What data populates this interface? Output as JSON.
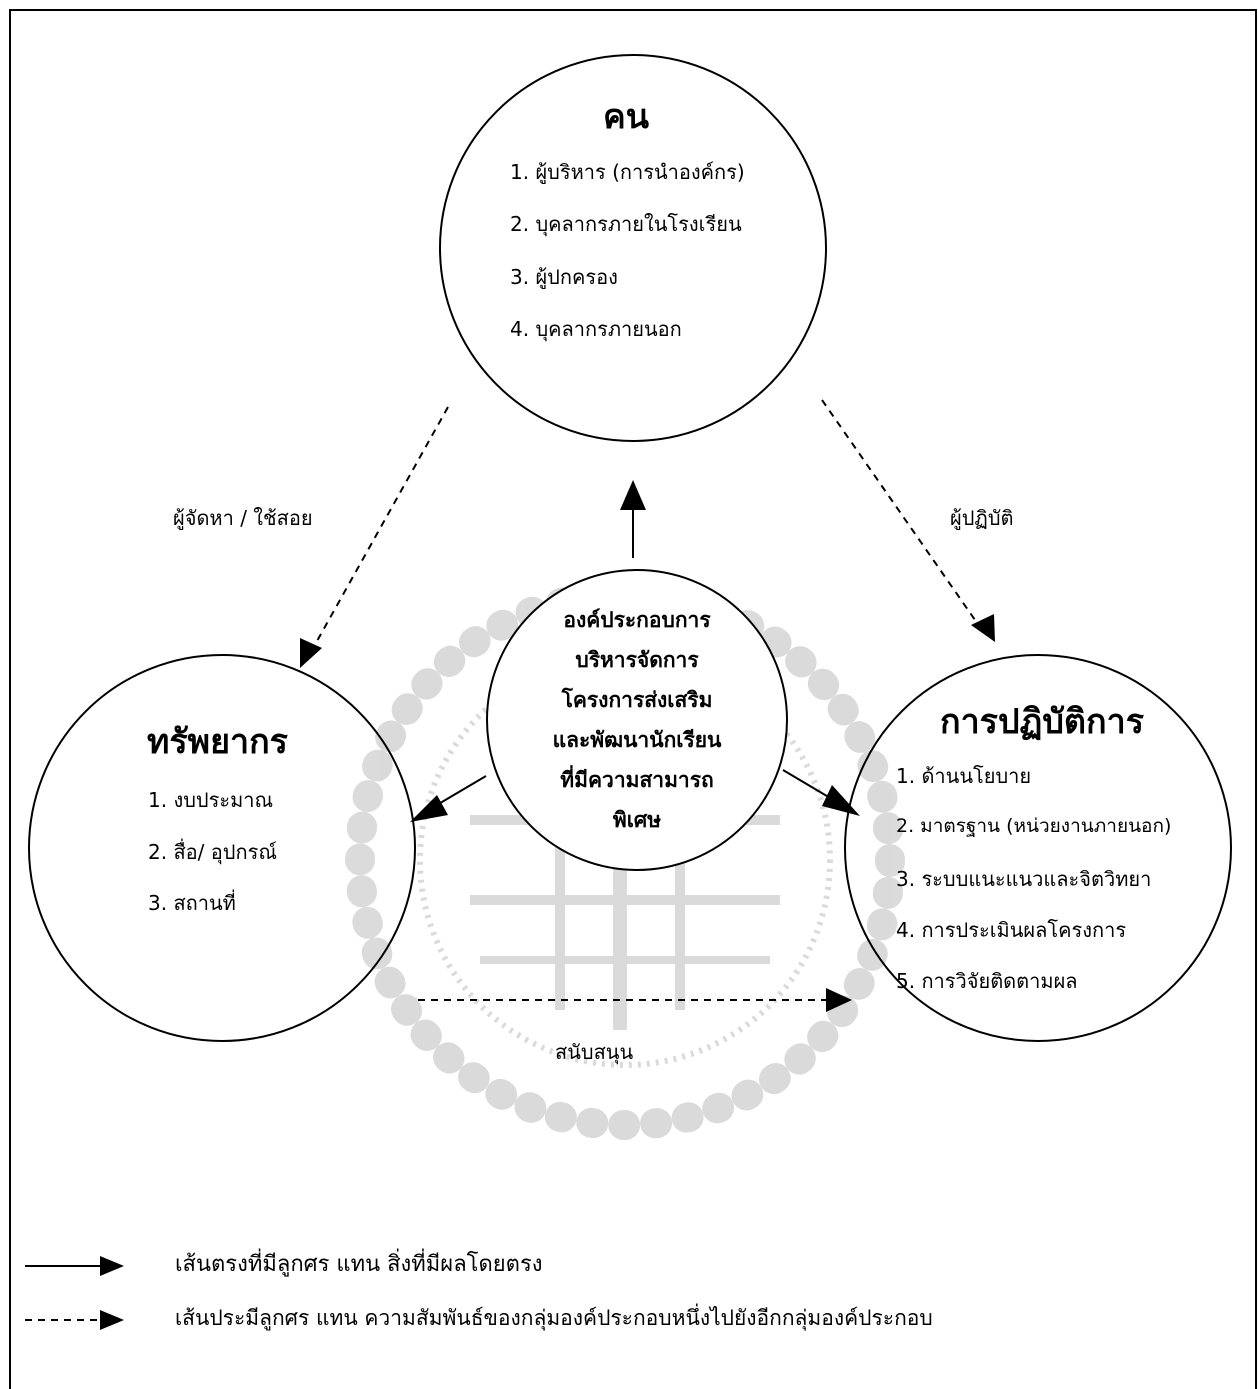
{
  "nodes": {
    "people": {
      "title": "คน",
      "items": [
        "1. ผู้บริหาร (การนำองค์กร)",
        "2. บุคลากรภายในโรงเรียน",
        "3. ผู้ปกครอง",
        "4. บุคลากรภายนอก"
      ]
    },
    "resources": {
      "title": "ทรัพยากร",
      "items": [
        "1. งบประมาณ",
        "2. สื่อ/ อุปกรณ์",
        "3. สถานที่"
      ]
    },
    "operations": {
      "title": "การปฏิบัติการ",
      "items": [
        "1. ด้านนโยบาย",
        "2. มาตรฐาน (หน่วยงานภายนอก)",
        "3. ระบบแนะแนวและจิตวิทยา",
        "4. การประเมินผลโครงการ",
        "5. การวิจัยติดตามผล"
      ]
    },
    "center": {
      "lines": [
        "องค์ประกอบการ",
        "บริหารจัดการ",
        "โครงการส่งเสริม",
        "และพัฒนานักเรียน",
        "ที่มีความสามารถ",
        "พิเศษ"
      ]
    }
  },
  "edge_labels": {
    "people_to_resources": "ผู้จัดหา / ใช้สอย",
    "people_to_operations": "ผู้ปฏิบัติ",
    "resources_to_operations": "สนับสนุน"
  },
  "legend": {
    "solid": "เส้นตรงที่มีลูกศร แทน สิ่งที่มีผลโดยตรง",
    "dashed": "เส้นประมีลูกศร แทน ความสัมพันธ์ของกลุ่มองค์ประกอบหนึ่งไปยังอีกกลุ่มองค์ประกอบ"
  }
}
